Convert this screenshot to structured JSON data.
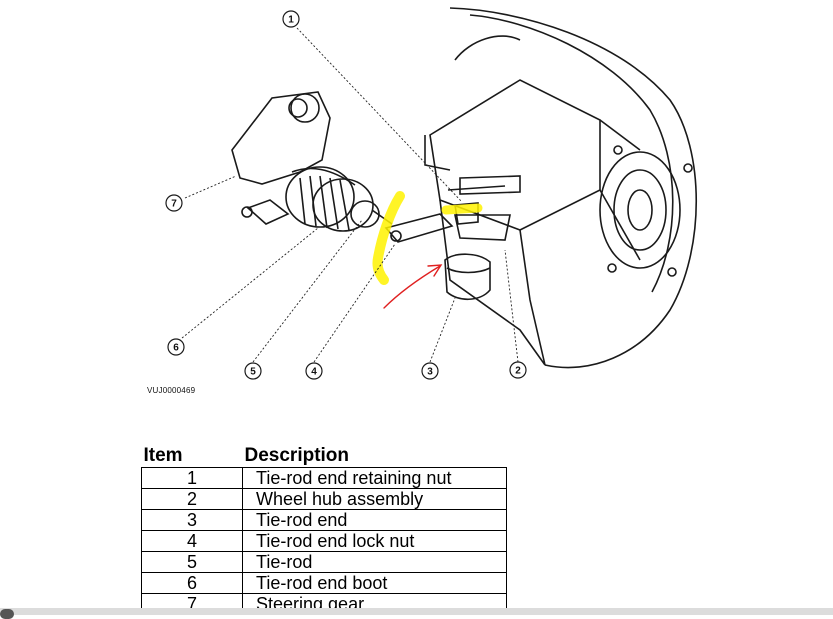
{
  "diagram": {
    "callouts": [
      {
        "number": "1"
      },
      {
        "number": "2"
      },
      {
        "number": "3"
      },
      {
        "number": "4"
      },
      {
        "number": "5"
      },
      {
        "number": "6"
      },
      {
        "number": "7"
      }
    ],
    "figure_code": "VUJ0000469"
  },
  "table": {
    "header_item": "Item",
    "header_description": "Description",
    "rows": [
      {
        "item": "1",
        "description": "Tie-rod end retaining nut",
        "highlighted": true
      },
      {
        "item": "2",
        "description": "Wheel hub assembly",
        "highlighted": false
      },
      {
        "item": "3",
        "description": "Tie-rod end",
        "highlighted": false
      },
      {
        "item": "4",
        "description": "Tie-rod end lock nut",
        "highlighted": true
      },
      {
        "item": "5",
        "description": "Tie-rod",
        "highlighted": false
      },
      {
        "item": "6",
        "description": "Tie-rod end boot",
        "highlighted": false
      },
      {
        "item": "7",
        "description": "Steering gear",
        "highlighted": false
      }
    ]
  },
  "colors": {
    "highlight": "#fff200",
    "annotation_arrow": "#e02020",
    "line_art": "#1a1a1a"
  }
}
